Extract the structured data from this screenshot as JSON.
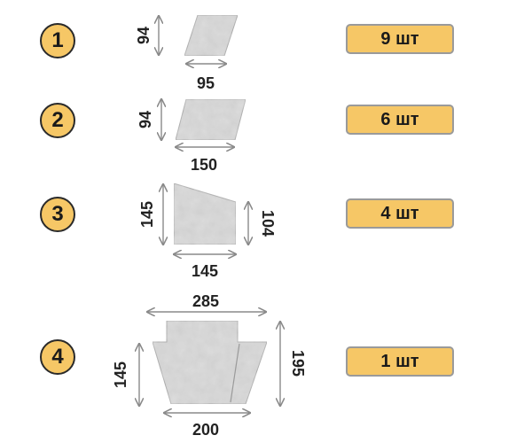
{
  "items": [
    {
      "number": "1",
      "qty": "9 шт",
      "dims": {
        "height": "94",
        "width": "95"
      }
    },
    {
      "number": "2",
      "qty": "6 шт",
      "dims": {
        "height": "94",
        "width": "150"
      }
    },
    {
      "number": "3",
      "qty": "4 шт",
      "dims": {
        "height_left": "145",
        "height_right": "104",
        "width": "145"
      }
    },
    {
      "number": "4",
      "qty": "1 шт",
      "dims": {
        "top_width": "285",
        "height_left": "145",
        "height_right": "195",
        "bottom_width": "200"
      }
    }
  ],
  "colors": {
    "badge": "#f6c766",
    "stone": "#cfcfcf",
    "stone_edge": "#9a9a9a",
    "arrow": "#8a8a8a"
  }
}
